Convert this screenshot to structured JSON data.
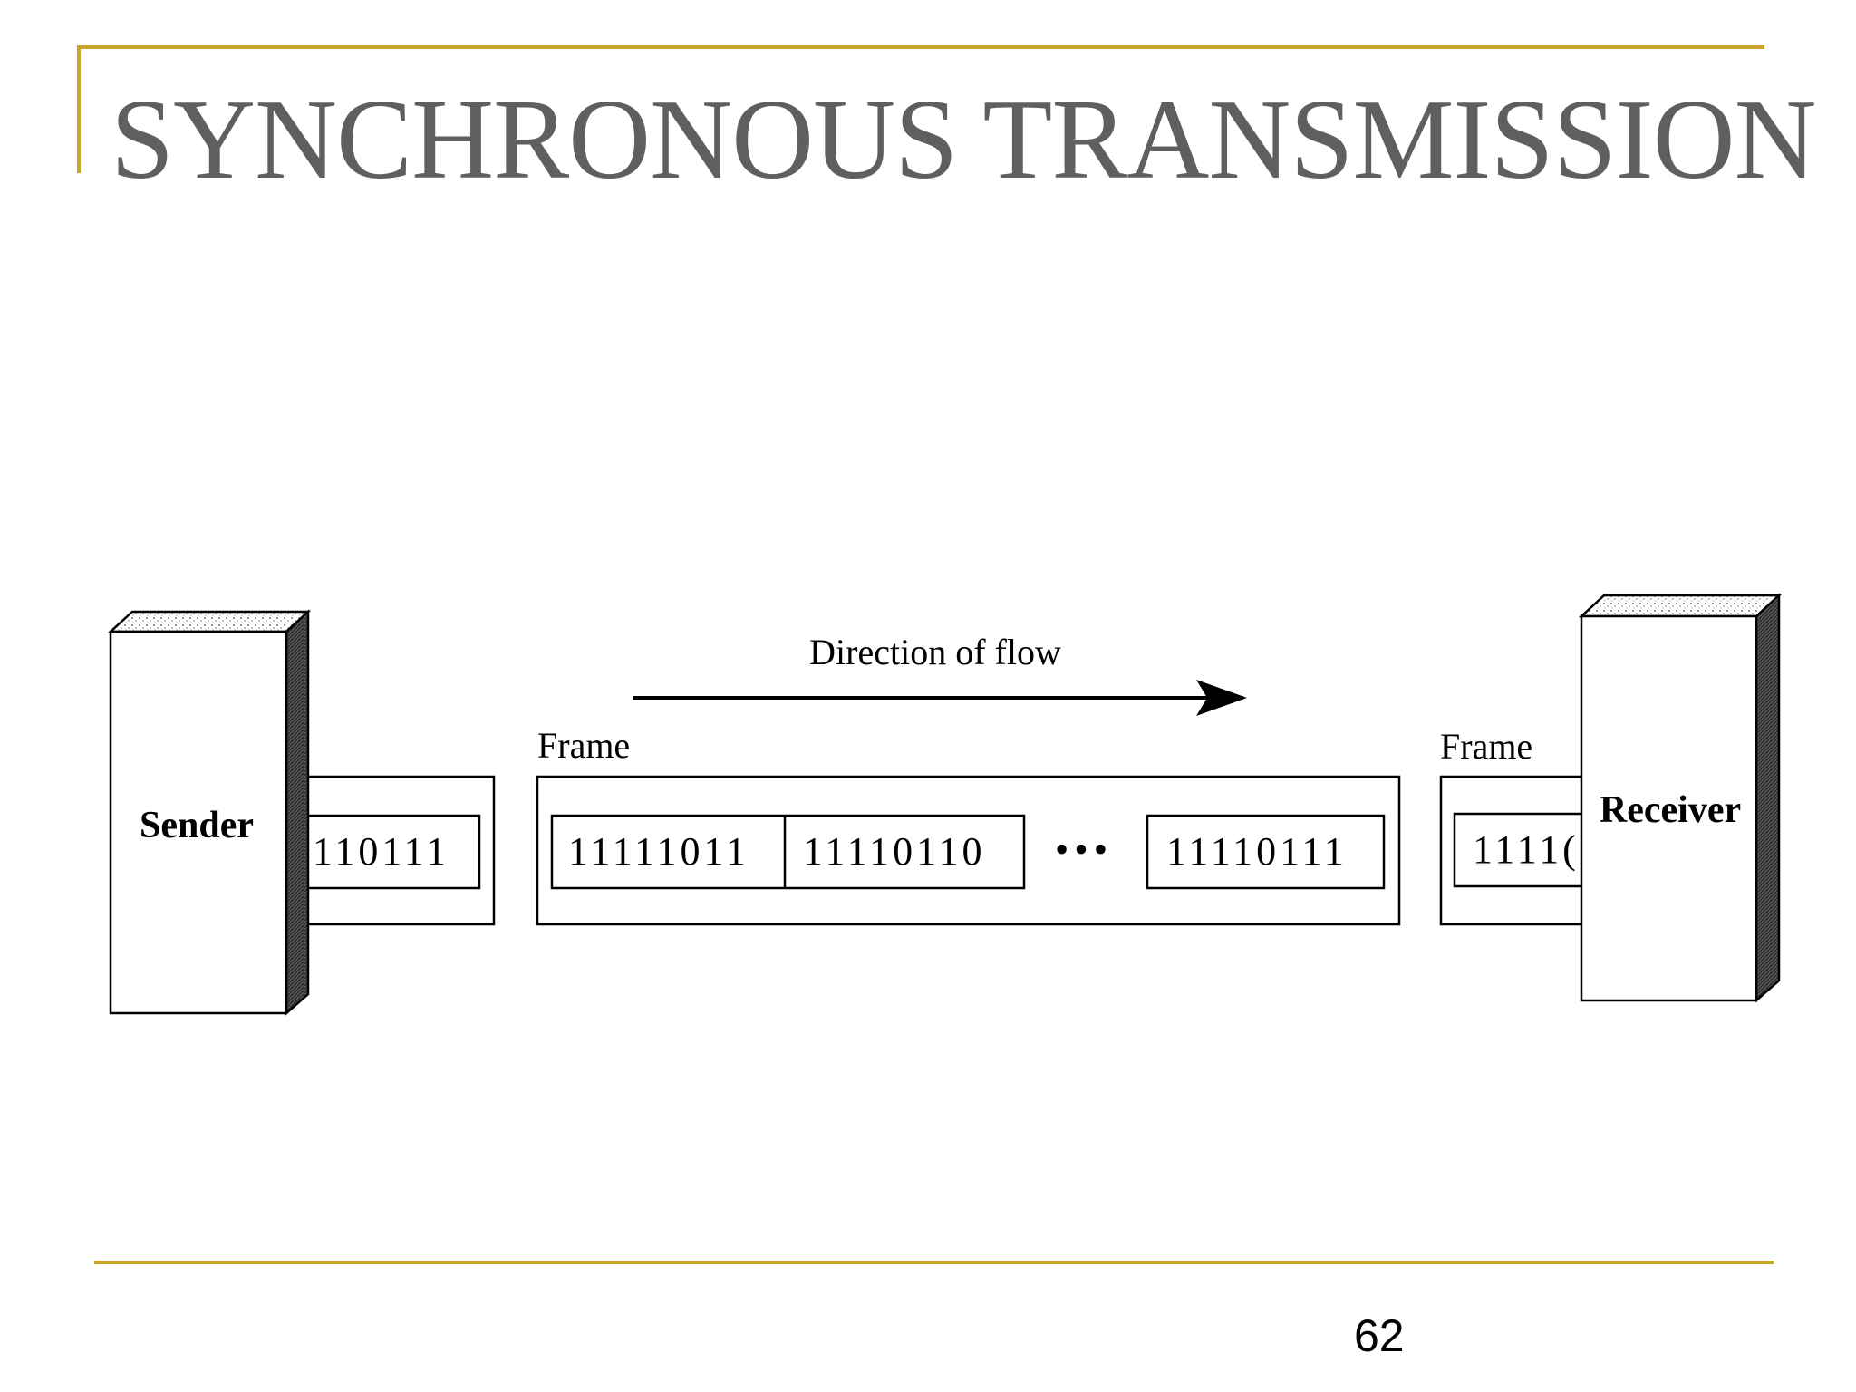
{
  "slide": {
    "title": "SYNCHRONOUS TRANSMISSION",
    "page_number": "62",
    "accent_color": "#c8a52c",
    "title_color": "#5f5f5f"
  },
  "diagram": {
    "direction_label": "Direction of flow",
    "sender": {
      "label": "Sender",
      "frame_bits": "110111"
    },
    "middle_frame": {
      "label": "Frame",
      "bytes": [
        "11111011",
        "11110110",
        "11110111"
      ],
      "ellipsis": "•••"
    },
    "receiver": {
      "label": "Receiver",
      "frame_label": "Frame",
      "frame_bits": "1111("
    }
  }
}
